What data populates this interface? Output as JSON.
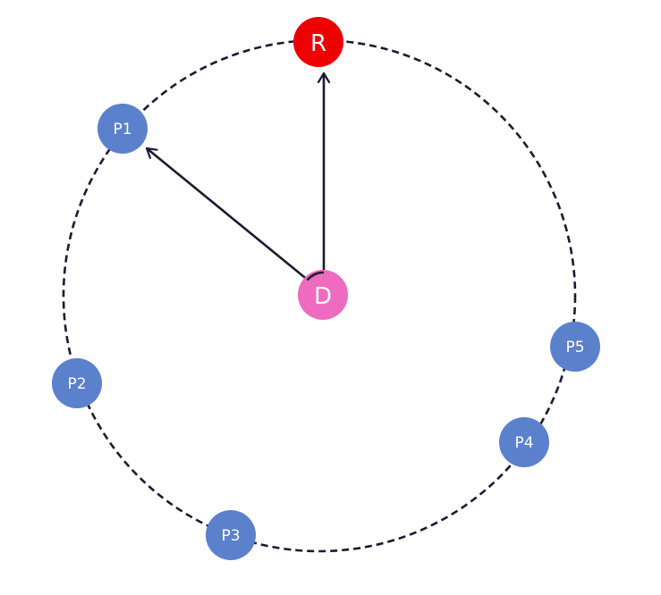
{
  "colors": {
    "background": "#ffffff",
    "ring_stroke": "#1a1a33",
    "arrow_stroke": "#1a1a33",
    "p_node": "#5b80cc",
    "r_node": "#ee0000",
    "d_node": "#ee6bbf",
    "label": "#ffffff"
  },
  "nodes": {
    "r": {
      "label": "R"
    },
    "d": {
      "label": "D"
    },
    "p1": {
      "label": "P1"
    },
    "p2": {
      "label": "P2"
    },
    "p3": {
      "label": "P3"
    },
    "p4": {
      "label": "P4"
    },
    "p5": {
      "label": "P5"
    }
  }
}
